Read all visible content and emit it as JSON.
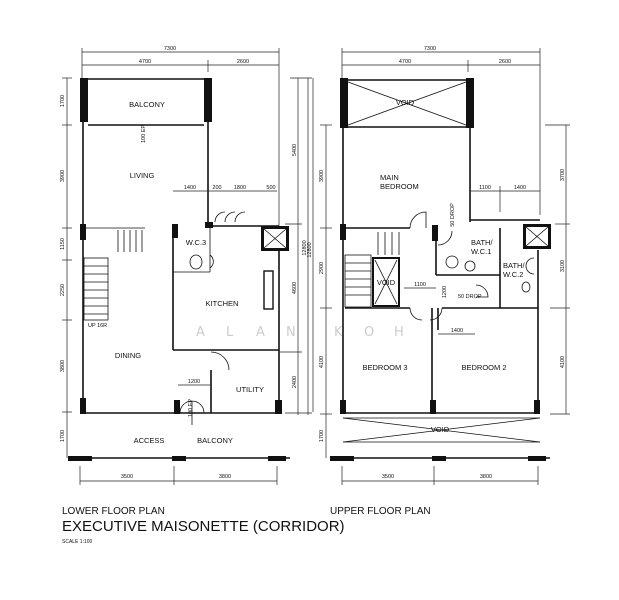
{
  "lower": {
    "title": "LOWER FLOOR PLAN",
    "subtitle": "EXECUTIVE MAISONETTE (CORRIDOR)",
    "scale": "SCALE 1:100",
    "rooms": {
      "balcony": "BALCONY",
      "living": "LIVING",
      "wc3": "W.C.3",
      "kitchen": "KITCHEN",
      "dining": "DINING",
      "utility": "UTILITY",
      "access": "ACCESS",
      "balcony_bottom": "BALCONY",
      "stairs_note": "UP 16R",
      "door_note": "100 EP",
      "door_note2": "100 EP"
    },
    "dims": {
      "total_top": "7300",
      "top_a": "4700",
      "top_b": "2600",
      "left": [
        "1700",
        "3900",
        "1150",
        "2250",
        "3800",
        "1700"
      ],
      "right": [
        "5400",
        "4600",
        "2400"
      ],
      "right_total": "12800",
      "inner": [
        "1400",
        "200",
        "1800",
        "500"
      ],
      "door_w": "1200",
      "bottom": [
        "3500",
        "3800"
      ]
    }
  },
  "upper": {
    "title": "UPPER FLOOR PLAN",
    "rooms": {
      "void_top": "VOID",
      "main_bedroom_1": "MAIN",
      "main_bedroom_2": "BEDROOM",
      "bath1_1": "BATH/",
      "bath1_2": "W.C.1",
      "bath2_1": "BATH/",
      "bath2_2": "W.C.2",
      "void_stair": "VOID",
      "bedroom3": "BEDROOM 3",
      "bedroom2": "BEDROOM 2",
      "void_bottom": "VOID",
      "shelf1": "50 DROP",
      "shelf2": "50 DROP"
    },
    "dims": {
      "total_top": "7300",
      "top_a": "4700",
      "top_b": "2600",
      "left": [
        "3900",
        "2900",
        "4100",
        "1700"
      ],
      "left_total": "12800",
      "right": [
        "3700",
        "3100",
        "4100"
      ],
      "inner": [
        "1100",
        "1400"
      ],
      "inner2": [
        "1100",
        "1200",
        "1400"
      ],
      "bottom": [
        "3500",
        "3800"
      ]
    }
  },
  "watermark": [
    "A",
    "L",
    "A",
    "N",
    "K",
    "O",
    "H"
  ]
}
